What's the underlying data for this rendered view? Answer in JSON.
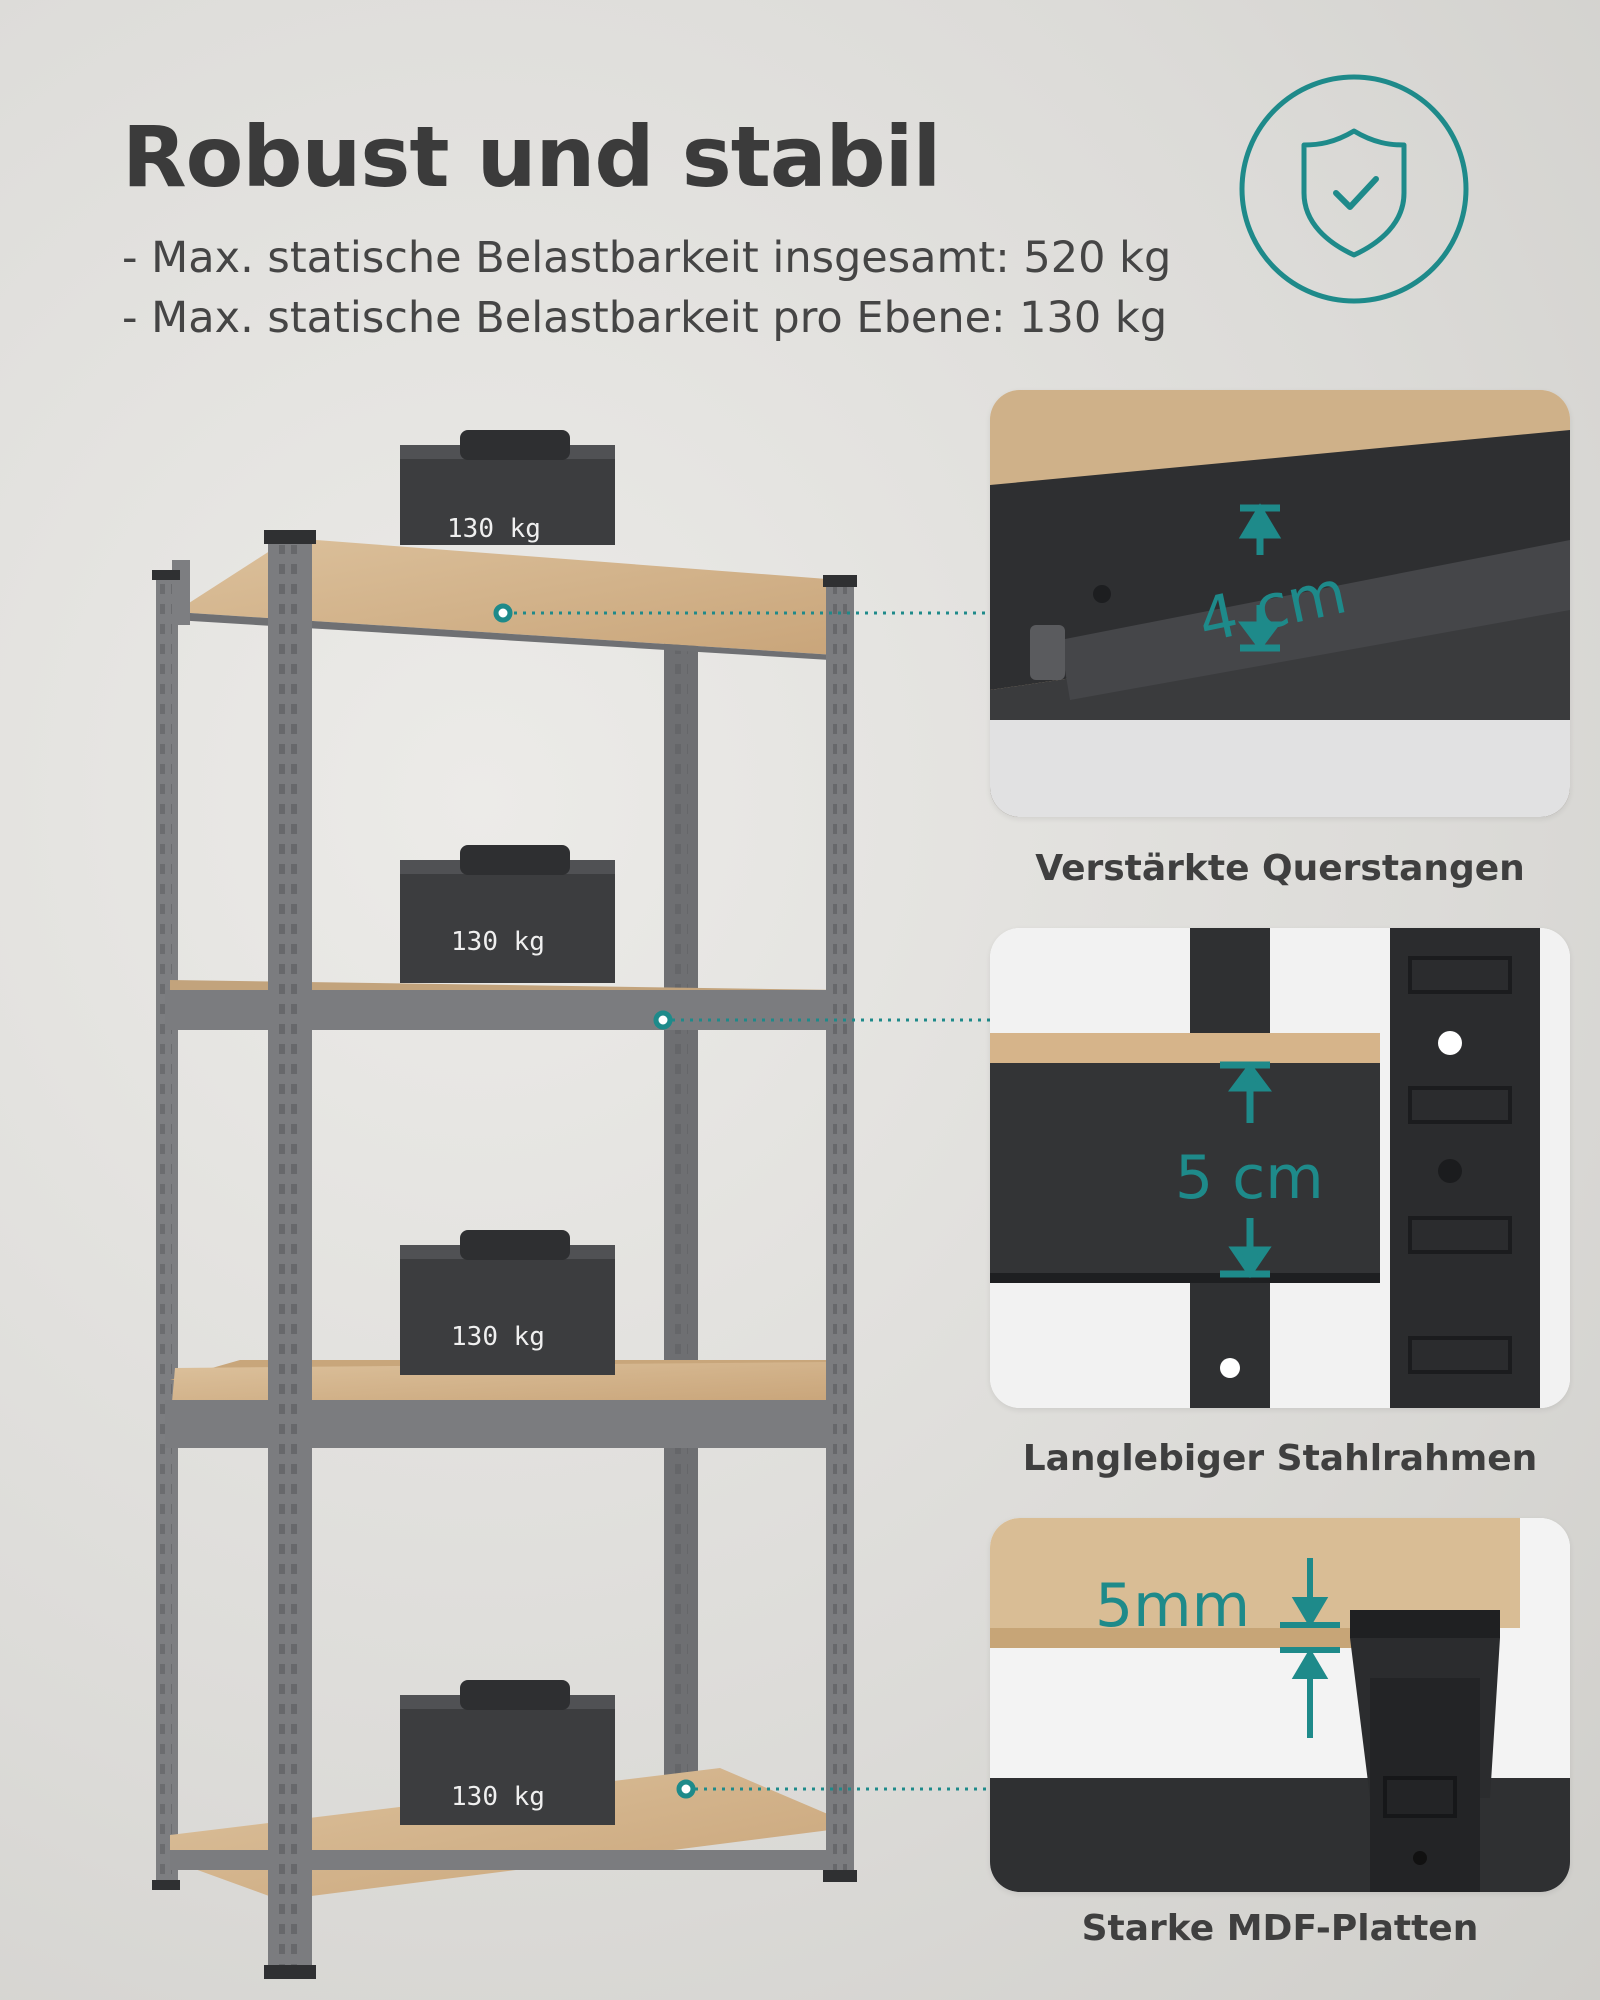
{
  "header": {
    "title": "Robust und stabil",
    "bullets": [
      "- Max. statische Belastbarkeit insgesamt: 520 kg",
      "- Max. statische Belastbarkeit pro Ebene: 130 kg"
    ]
  },
  "badge": {
    "icon": "shield-check-icon",
    "color": "#1e8a8a"
  },
  "shelf": {
    "weights": [
      {
        "label": "130 kg"
      },
      {
        "label": "130 kg"
      },
      {
        "label": "130 kg"
      },
      {
        "label": "130 kg"
      }
    ]
  },
  "details": [
    {
      "caption": "Verstärkte Querstangen",
      "dimension": "4 cm"
    },
    {
      "caption": "Langlebiger Stahlrahmen",
      "dimension": "5 cm"
    },
    {
      "caption": "Starke MDF-Platten",
      "dimension": "5mm"
    }
  ],
  "colors": {
    "accent": "#1e8a8a",
    "frame": "#7a7b7e",
    "board": "#d9b88e"
  }
}
